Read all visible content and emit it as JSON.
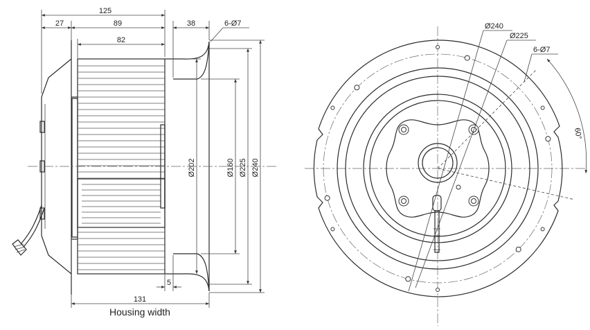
{
  "side_view": {
    "dim_125": "125",
    "dim_27": "27",
    "dim_89": "89",
    "dim_82": "82",
    "dim_38": "38",
    "dim_6x7": "6-Ø7",
    "dim_202": "Ø202",
    "dim_160": "Ø160",
    "dim_225": "Ø225",
    "dim_240": "Ø240",
    "dim_5": "5",
    "dim_131": "131",
    "housing_label": "Housing width"
  },
  "front_view": {
    "dim_240": "Ø240",
    "dim_225": "Ø225",
    "dim_6x7": "6-Ø7",
    "dim_60deg": "60°"
  }
}
